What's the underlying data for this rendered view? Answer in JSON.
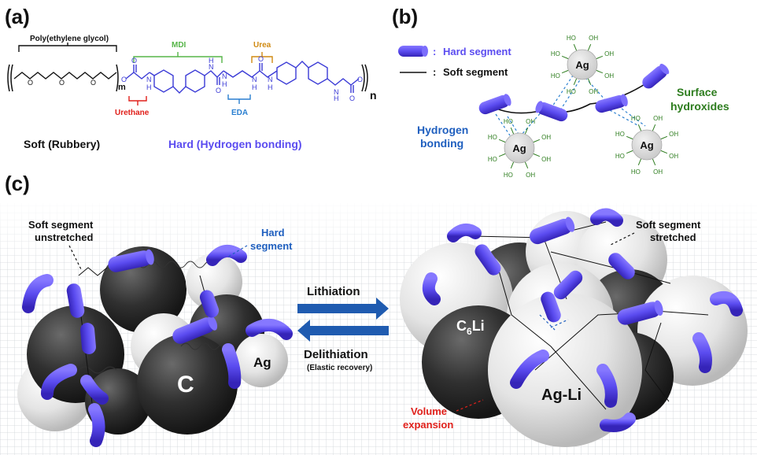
{
  "panel_a": {
    "label": "(a)",
    "peg_label": "Poly(ethylene glycol)",
    "mdi_label": "MDI",
    "urea_label": "Urea",
    "urethane_label": "Urethane",
    "eda_label": "EDA",
    "subscript_m": "m",
    "subscript_n": "n",
    "soft_caption": "Soft (Rubbery)",
    "hard_caption": "Hard (Hydrogen bonding)",
    "atoms": {
      "O": "O",
      "N": "N",
      "H": "H"
    }
  },
  "panel_b": {
    "label": "(b)",
    "legend_hard": "Hard segment",
    "legend_soft": "Soft segment",
    "legend_colon": ":",
    "hydrogen_bonding": [
      "Hydrogen",
      "bonding"
    ],
    "surface_hydroxides": [
      "Surface",
      "hydroxides"
    ],
    "particle_label": "Ag",
    "ho_label": "HO",
    "oh_label": "OH"
  },
  "panel_c": {
    "label": "(c)",
    "soft_unstretched": [
      "Soft segment",
      "unstretched"
    ],
    "hard_segment": [
      "Hard",
      "segment"
    ],
    "soft_stretched": [
      "Soft segment",
      "stretched"
    ],
    "lithiation": "Lithiation",
    "delithiation": "Delithiation",
    "elastic_recovery": "(Elastic recovery)",
    "carbon": "C",
    "silver": "Ag",
    "c6li_main": "C",
    "c6li_sub": "6",
    "c6li_end": "Li",
    "agli": "Ag-Li",
    "volume_expansion": [
      "Volume",
      "expansion"
    ]
  },
  "colors": {
    "hard_blue": "#5b4cf0",
    "label_blue": "#1f5fbf",
    "green": "#2e7d1f",
    "red": "#e0201b",
    "mdi_green": "#56b548",
    "urea_orange": "#d08a12",
    "eda_blue": "#2a7fd0",
    "arrow_blue": "#1f5bb0"
  }
}
